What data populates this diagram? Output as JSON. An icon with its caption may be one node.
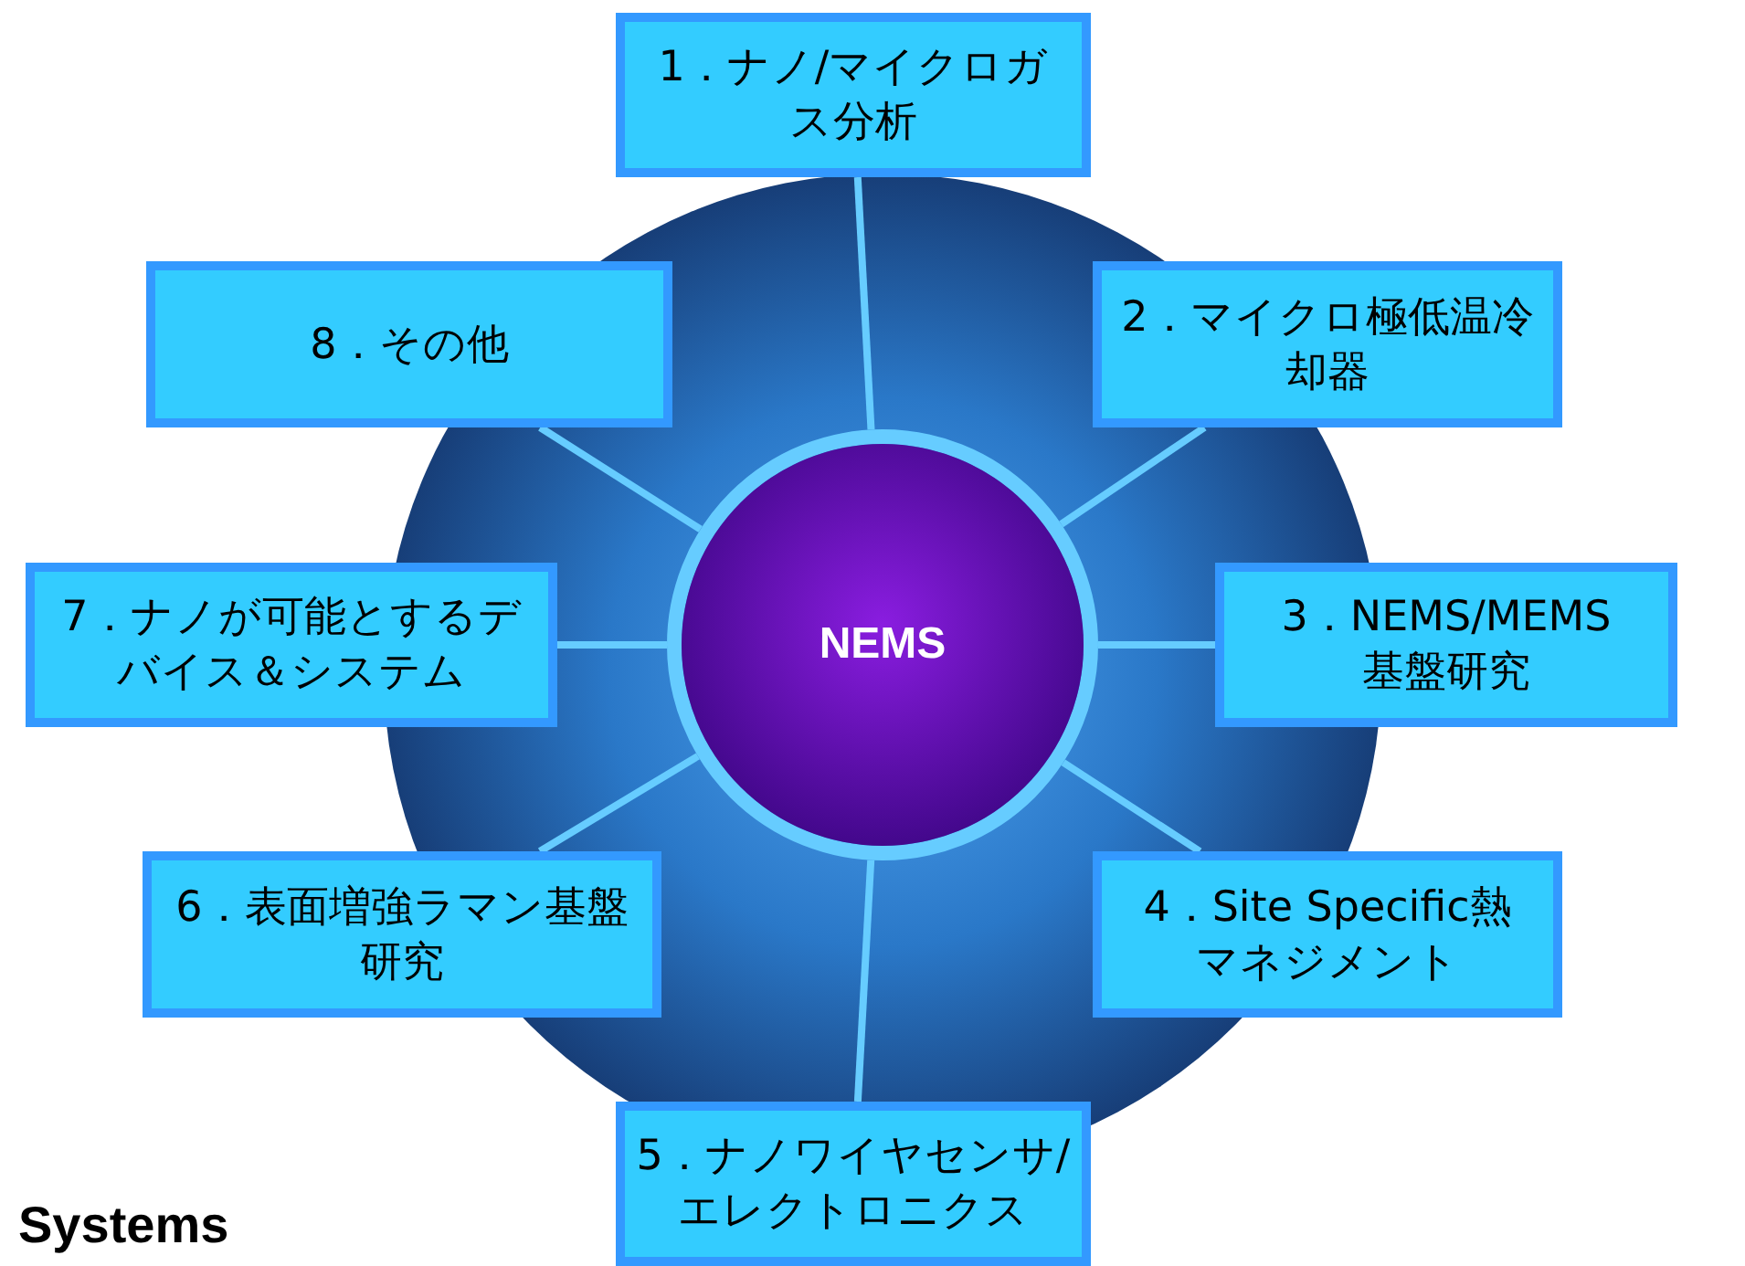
{
  "diagram": {
    "nodes": [
      {
        "text": [
          "NEMS"
        ]
      },
      {
        "text": [
          "1．ナノ/マイクロガス分析"
        ]
      },
      {
        "text": [
          "2．マイクロ極低温冷却器"
        ]
      },
      {
        "text": [
          "3．NEMS/MEMS基盤研究"
        ]
      },
      {
        "text": [
          "4．Site Specific熱マネジメント"
        ]
      },
      {
        "text": [
          "5．ナノワイヤセンサ/エレクトロニクス"
        ]
      },
      {
        "text": [
          "6．表面増強ラマン基盤研究"
        ]
      },
      {
        "text": [
          "7．ナノが可能とするデバイス＆システム"
        ]
      },
      {
        "text": [
          "8．その他"
        ]
      }
    ],
    "edges": [
      {
        "from": 0,
        "to": 1,
        "arrow": "none"
      },
      {
        "from": 0,
        "to": 2,
        "arrow": "none"
      },
      {
        "from": 0,
        "to": 3,
        "arrow": "none"
      },
      {
        "from": 0,
        "to": 4,
        "arrow": "none"
      },
      {
        "from": 0,
        "to": 5,
        "arrow": "none"
      },
      {
        "from": 0,
        "to": 6,
        "arrow": "none"
      },
      {
        "from": 0,
        "to": 7,
        "arrow": "none"
      },
      {
        "from": 0,
        "to": 8,
        "arrow": "none"
      }
    ],
    "labels": [
      "Systems"
    ]
  }
}
